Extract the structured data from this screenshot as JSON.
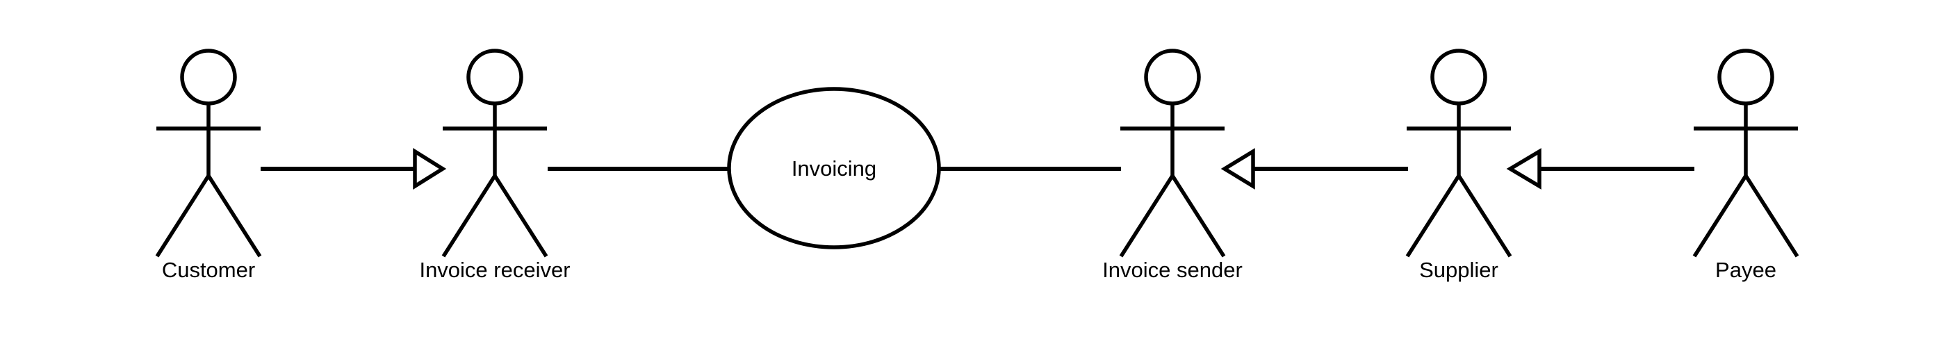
{
  "diagram": {
    "type": "uml-use-case-diagram",
    "background_color": "#ffffff",
    "stroke_color": "#000000",
    "shape_fill_color": "#ffffff",
    "text_color": "#000000",
    "use_case": {
      "label": "Invoicing"
    },
    "actors": [
      {
        "id": "customer",
        "label": "Customer"
      },
      {
        "id": "invoice-receiver",
        "label": "Invoice receiver"
      },
      {
        "id": "invoice-sender",
        "label": "Invoice sender"
      },
      {
        "id": "supplier",
        "label": "Supplier"
      },
      {
        "id": "payee",
        "label": "Payee"
      }
    ],
    "relationships": [
      {
        "type": "generalization",
        "from": "Customer",
        "to": "Invoice receiver",
        "arrowhead": "hollow-triangle",
        "points": "right"
      },
      {
        "type": "association",
        "from": "Invoice receiver",
        "to": "Invoicing"
      },
      {
        "type": "association",
        "from": "Invoicing",
        "to": "Invoice sender"
      },
      {
        "type": "generalization",
        "from": "Supplier",
        "to": "Invoice sender",
        "arrowhead": "hollow-triangle",
        "points": "left"
      },
      {
        "type": "generalization",
        "from": "Payee",
        "to": "Supplier",
        "arrowhead": "hollow-triangle",
        "points": "left"
      }
    ]
  }
}
